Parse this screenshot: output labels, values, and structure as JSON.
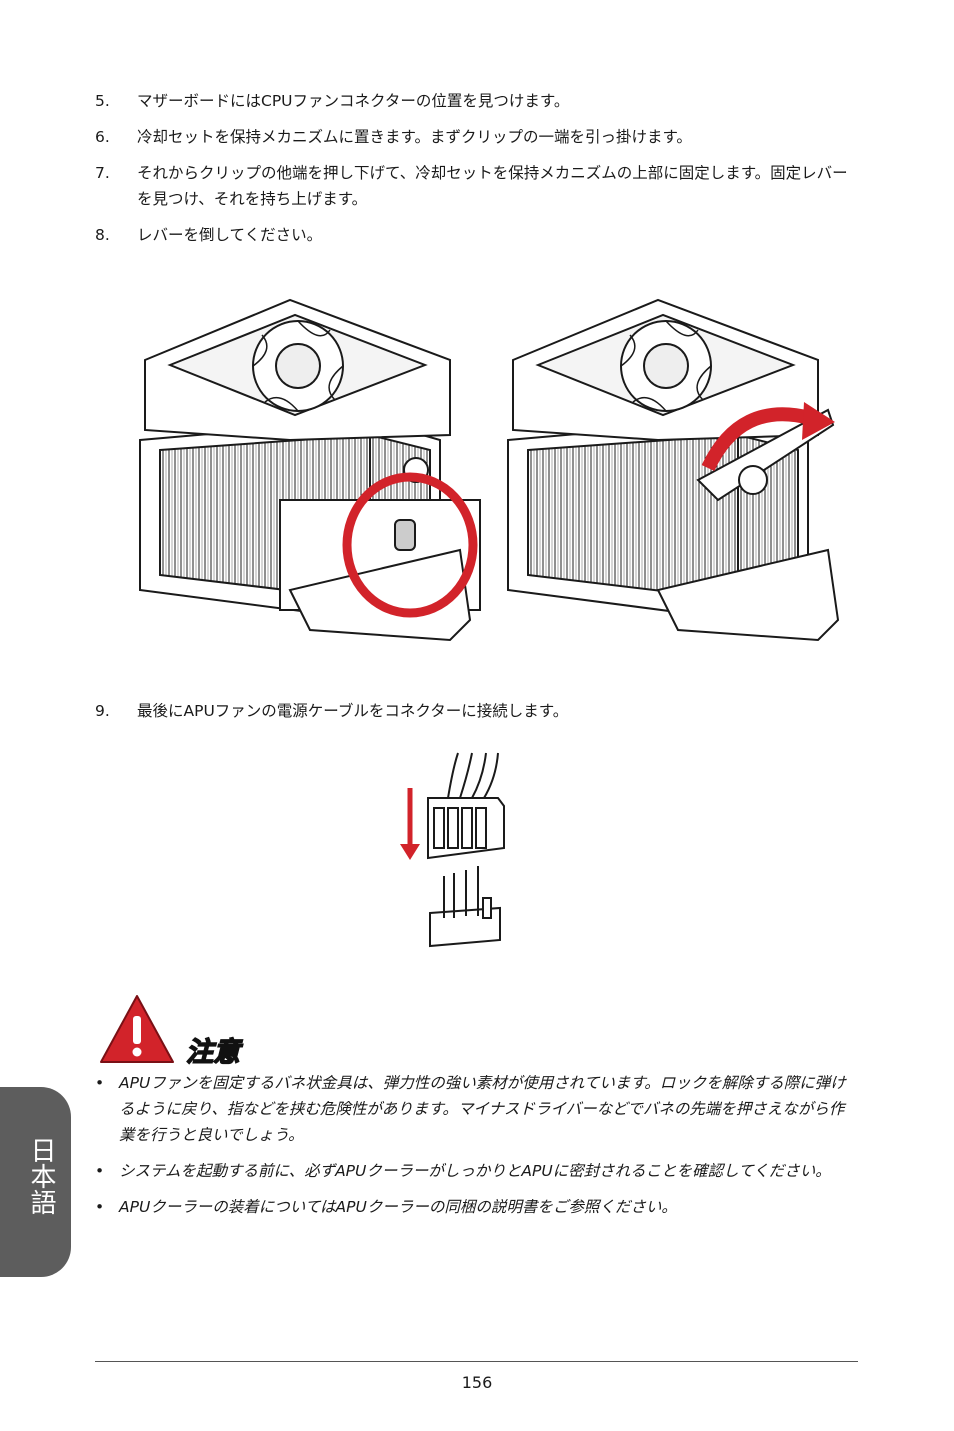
{
  "steps": [
    {
      "num": "5.",
      "text": "マザーボードにはCPUファンコネクターの位置を見つけます。"
    },
    {
      "num": "6.",
      "text": "冷却セットを保持メカニズムに置きます。まずクリップの一端を引っ掛けます。"
    },
    {
      "num": "7.",
      "text": "それからクリップの他端を押し下げて、冷却セットを保持メカニズムの上部に固定します。固定レバーを見つけ、それを持ち上げます。"
    },
    {
      "num": "8.",
      "text": "レバーを倒してください。"
    },
    {
      "num": "9.",
      "text": "最後にAPUファンの電源ケーブルをコネクターに接続します。"
    }
  ],
  "caution": {
    "title": "注意",
    "notes": [
      "APUファンを固定するバネ状金具は、弾力性の強い素材が使用されています。ロックを解除する際に弾けるように戻り、指などを挟む危険性があります。マイナスドライバーなどでバネの先端を押さえながら作業を行うと良いでしょう。",
      "システムを起動する前に、必ずAPUクーラーがしっかりとAPUに密封されることを確認してください。",
      "APUクーラーの装着についてはAPUクーラーの同梱の説明書をご参照ください。"
    ]
  },
  "side_tab": {
    "label": "日本語"
  },
  "footer": {
    "page_number": "156"
  },
  "colors": {
    "accent_red": "#d2232a",
    "tab_gray": "#5d5d5d"
  },
  "icons": {
    "caution": "warning-triangle-icon"
  }
}
